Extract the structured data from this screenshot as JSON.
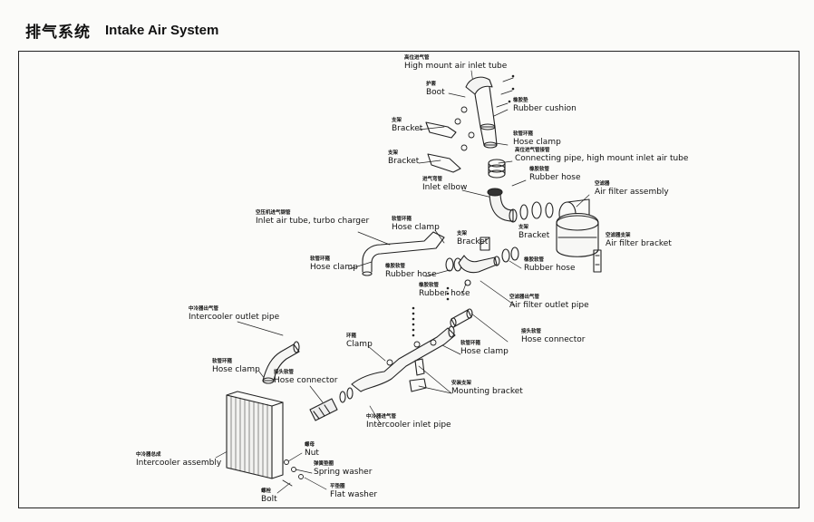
{
  "header": {
    "title_cn": "排气系统",
    "title_en": "Intake Air System"
  },
  "labels": {
    "high_mount_tube": {
      "zh": "高位进气管",
      "en": "High mount air inlet tube"
    },
    "boot": {
      "zh": "护套",
      "en": "Boot"
    },
    "rubber_cushion": {
      "zh": "橡胶垫",
      "en": "Rubber cushion"
    },
    "bracket_1": {
      "zh": "支架",
      "en": "Bracket"
    },
    "hose_clamp_1": {
      "zh": "软管环箍",
      "en": "Hose clamp"
    },
    "bracket_2": {
      "zh": "支架",
      "en": "Bracket"
    },
    "connecting_pipe": {
      "zh": "高位进气管接管",
      "en": "Connecting pipe, high mount inlet air tube"
    },
    "rubber_hose_1": {
      "zh": "橡胶软管",
      "en": "Rubber hose"
    },
    "inlet_elbow": {
      "zh": "进气弯管",
      "en": "Inlet elbow"
    },
    "air_filter_assembly": {
      "zh": "空滤器",
      "en": "Air filter assembly"
    },
    "inlet_air_tube_turbo": {
      "zh": "空压机进气钢管",
      "en": "Inlet air tube, turbo charger"
    },
    "hose_clamp_2": {
      "zh": "软管环箍",
      "en": "Hose clamp"
    },
    "bracket_3": {
      "zh": "支架",
      "en": "Bracket"
    },
    "air_filter_bracket": {
      "zh": "空滤器支架",
      "en": "Air filter bracket"
    },
    "hose_clamp_3": {
      "zh": "软管环箍",
      "en": "Hose clamp"
    },
    "rubber_hose_2": {
      "zh": "橡胶软管",
      "en": "Rubber hose"
    },
    "rubber_hose_3": {
      "zh": "橡胶软管",
      "en": "Rubber hose"
    },
    "rubber_hose_4": {
      "zh": "橡胶软管",
      "en": "Rubber hose"
    },
    "air_filter_outlet_pipe": {
      "zh": "空滤器出气管",
      "en": "Air filter outlet pipe"
    },
    "intercooler_outlet_pipe": {
      "zh": "中冷器出气管",
      "en": "Intercooler outlet pipe"
    },
    "hose_connector_1": {
      "zh": "接头软管",
      "en": "Hose connector"
    },
    "clamp": {
      "zh": "环箍",
      "en": "Clamp"
    },
    "hose_clamp_4": {
      "zh": "软管环箍",
      "en": "Hose clamp"
    },
    "hose_clamp_5": {
      "zh": "软管环箍",
      "en": "Hose clamp"
    },
    "hose_connector_2": {
      "zh": "接头软管",
      "en": "Hose connector"
    },
    "mounting_bracket": {
      "zh": "安装支架",
      "en": "Mounting bracket"
    },
    "intercooler_inlet_pipe": {
      "zh": "中冷器进气管",
      "en": "Intercooler inlet pipe"
    },
    "nut": {
      "zh": "螺母",
      "en": "Nut"
    },
    "intercooler_assembly": {
      "zh": "中冷器总成",
      "en": "Intercooler assembly"
    },
    "spring_washer": {
      "zh": "弹簧垫圈",
      "en": "Spring washer"
    },
    "flat_washer": {
      "zh": "平垫圈",
      "en": "Flat washer"
    },
    "bolt": {
      "zh": "螺栓",
      "en": "Bolt"
    }
  }
}
